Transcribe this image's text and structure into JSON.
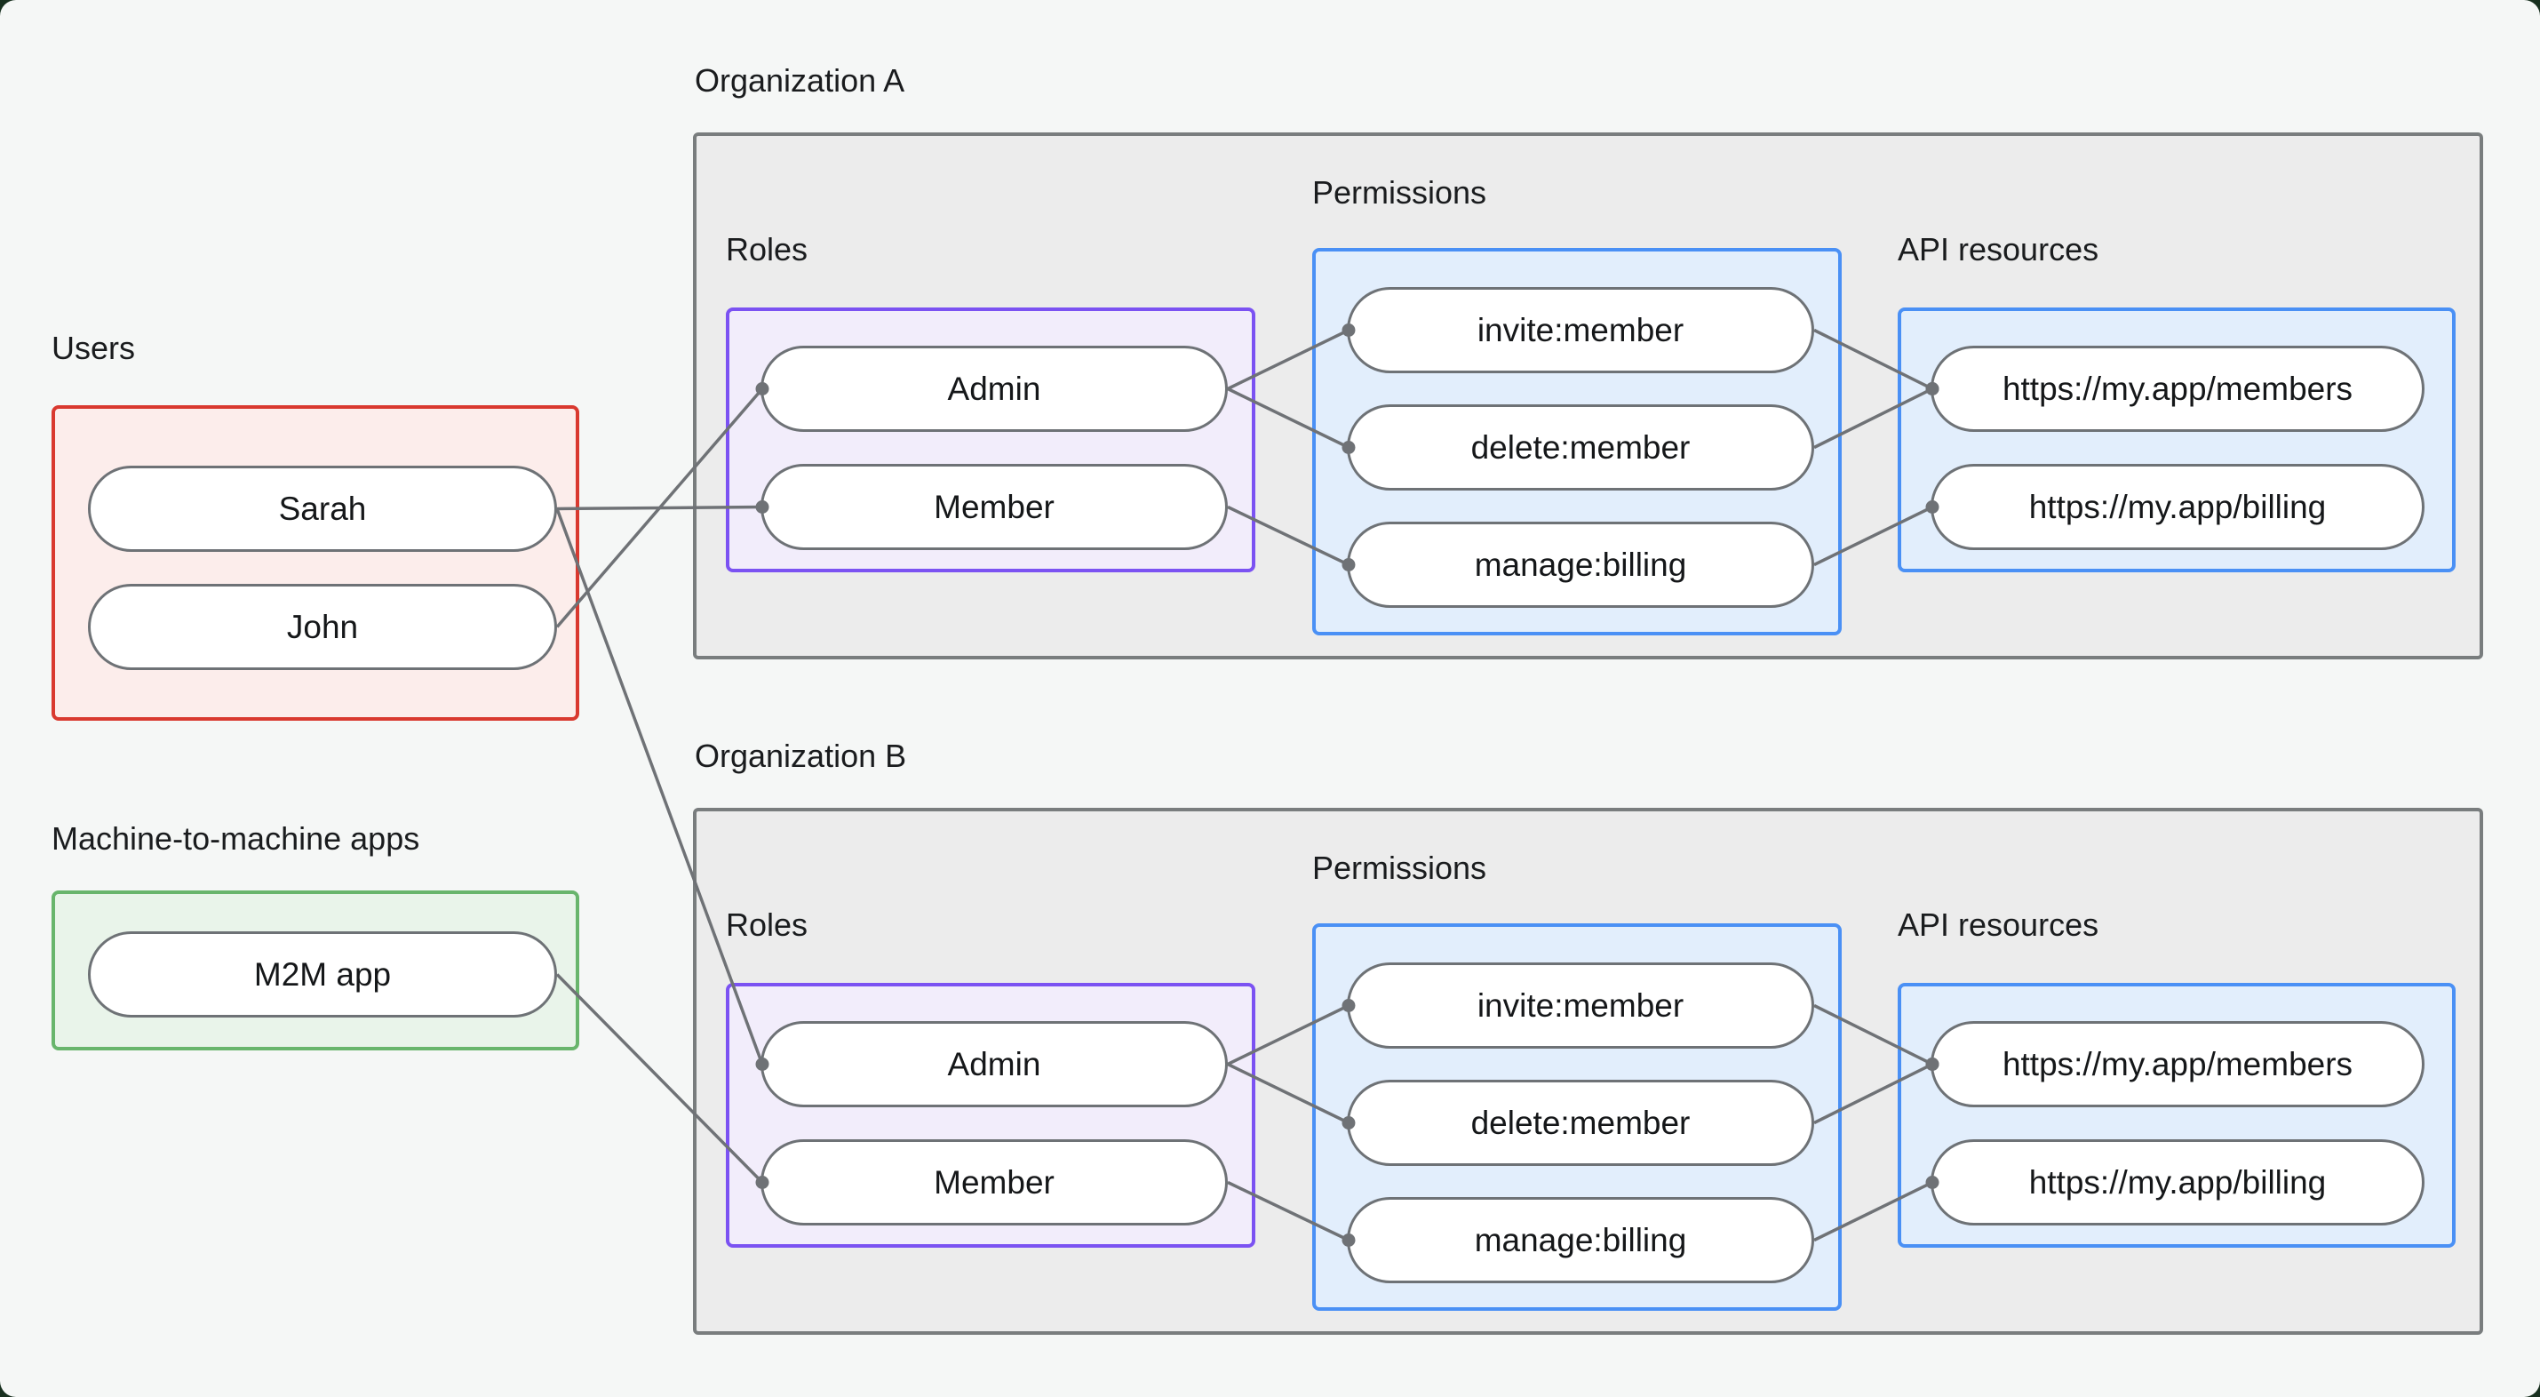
{
  "colors": {
    "page_bg": "#f5f7f6",
    "outside_bg": "#18301f",
    "org_fill": "#ececec",
    "org_border": "#797d7e",
    "users_fill": "#fcedeb",
    "users_border": "#d9392f",
    "m2m_fill": "#e9f4ea",
    "m2m_border": "#68b56c",
    "roles_fill": "#f2edfb",
    "roles_border": "#7b52f2",
    "blue_fill": "#e2eefc",
    "blue_border": "#4a90f5",
    "node_fill": "#ffffff",
    "node_border": "#6e7276",
    "edge": "#6f7276",
    "text": "#1a1c1e"
  },
  "groups": {
    "users": {
      "label": "Users",
      "items": [
        {
          "id": "sarah",
          "label": "Sarah"
        },
        {
          "id": "john",
          "label": "John"
        }
      ]
    },
    "m2m": {
      "label": "Machine-to-machine apps",
      "items": [
        {
          "id": "m2m-app",
          "label": "M2M app"
        }
      ]
    }
  },
  "organizations": [
    {
      "id": "orgA",
      "label": "Organization A",
      "roles_label": "Roles",
      "permissions_label": "Permissions",
      "api_label": "API resources",
      "roles": [
        {
          "id": "orgA-admin",
          "label": "Admin"
        },
        {
          "id": "orgA-member",
          "label": "Member"
        }
      ],
      "permissions": [
        {
          "id": "orgA-invite",
          "label": "invite:member"
        },
        {
          "id": "orgA-delete",
          "label": "delete:member"
        },
        {
          "id": "orgA-manage",
          "label": "manage:billing"
        }
      ],
      "api_resources": [
        {
          "id": "orgA-members-api",
          "label": "https://my.app/members"
        },
        {
          "id": "orgA-billing-api",
          "label": "https://my.app/billing"
        }
      ]
    },
    {
      "id": "orgB",
      "label": "Organization B",
      "roles_label": "Roles",
      "permissions_label": "Permissions",
      "api_label": "API resources",
      "roles": [
        {
          "id": "orgB-admin",
          "label": "Admin"
        },
        {
          "id": "orgB-member",
          "label": "Member"
        }
      ],
      "permissions": [
        {
          "id": "orgB-invite",
          "label": "invite:member"
        },
        {
          "id": "orgB-delete",
          "label": "delete:member"
        },
        {
          "id": "orgB-manage",
          "label": "manage:billing"
        }
      ],
      "api_resources": [
        {
          "id": "orgB-members-api",
          "label": "https://my.app/members"
        },
        {
          "id": "orgB-billing-api",
          "label": "https://my.app/billing"
        }
      ]
    }
  ],
  "edges": [
    {
      "from": "sarah",
      "to": "orgA-member"
    },
    {
      "from": "john",
      "to": "orgA-admin"
    },
    {
      "from": "sarah",
      "to": "orgB-admin"
    },
    {
      "from": "m2m-app",
      "to": "orgB-member"
    },
    {
      "from": "orgA-admin",
      "to": "orgA-invite"
    },
    {
      "from": "orgA-admin",
      "to": "orgA-delete"
    },
    {
      "from": "orgA-member",
      "to": "orgA-manage"
    },
    {
      "from": "orgA-invite",
      "to": "orgA-members-api"
    },
    {
      "from": "orgA-delete",
      "to": "orgA-members-api"
    },
    {
      "from": "orgA-manage",
      "to": "orgA-billing-api"
    },
    {
      "from": "orgB-admin",
      "to": "orgB-invite"
    },
    {
      "from": "orgB-admin",
      "to": "orgB-delete"
    },
    {
      "from": "orgB-member",
      "to": "orgB-manage"
    },
    {
      "from": "orgB-invite",
      "to": "orgB-members-api"
    },
    {
      "from": "orgB-delete",
      "to": "orgB-members-api"
    },
    {
      "from": "orgB-manage",
      "to": "orgB-billing-api"
    }
  ],
  "edge_style": {
    "stroke_width": 3.5,
    "dot_radius": 7.5
  }
}
